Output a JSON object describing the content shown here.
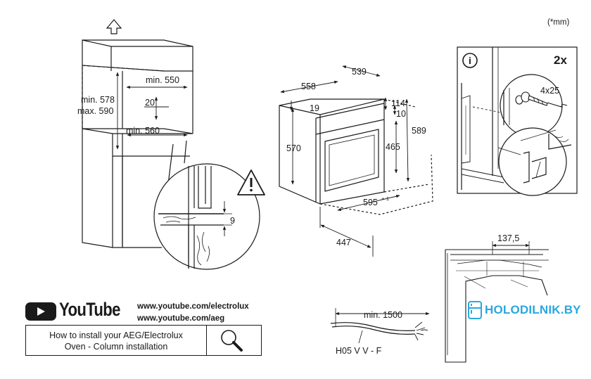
{
  "unit_note": "(*mm)",
  "column_dims": {
    "min_550": "min. 550",
    "height_min": "min. 578",
    "height_max": "max. 590",
    "gap_20": "20",
    "min_560": "min. 560"
  },
  "detail_dims": {
    "gap_9": "9"
  },
  "oven_dims": {
    "d558": "558",
    "d539": "539",
    "d19": "19",
    "d114": "114",
    "d10": "10",
    "d570": "570",
    "d589": "589",
    "d465": "465",
    "d595": "595",
    "d595_tol": "+-1",
    "d447": "447"
  },
  "screw_detail": {
    "count": "2x",
    "screw": "4x25"
  },
  "door_detail": {
    "d137_5": "137,5"
  },
  "cable": {
    "min_length": "min. 1500",
    "type": "H05 V V - F"
  },
  "youtube": {
    "brand": "YouTube",
    "link1": "www.youtube.com/electrolux",
    "link2": "www.youtube.com/aeg"
  },
  "howto": {
    "line1": "How to install your AEG/Electrolux",
    "line2": "Oven - Column installation"
  },
  "watermark": {
    "text": "HOLODILNIK.BY",
    "color": "#29a7e1"
  }
}
